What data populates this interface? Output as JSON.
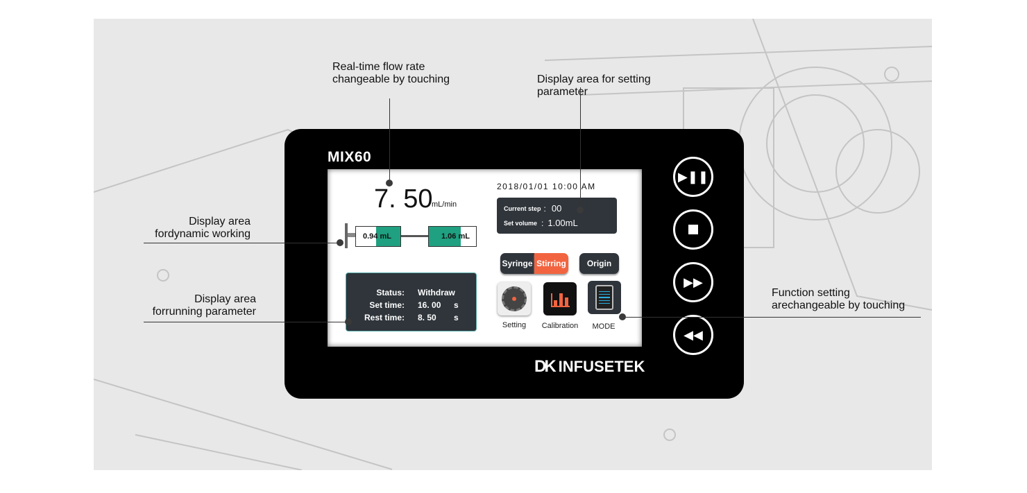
{
  "annotations": {
    "flow_rate": [
      "Real-time flow rate",
      "changeable by touching"
    ],
    "setting_param": [
      "Display area for setting",
      "parameter"
    ],
    "dynamic": [
      "Display area",
      "fordynamic working"
    ],
    "running": [
      "Display area",
      "forrunning parameter"
    ],
    "function": [
      "Function setting",
      "arechangeable by touching"
    ]
  },
  "device": {
    "model": "MIX60",
    "brand": "INFUSETEK",
    "brand_mark": "DK"
  },
  "screen": {
    "flow_rate": "7. 50",
    "flow_unit": "mL/min",
    "datetime": "2018/01/01  10:00 AM",
    "current_step_label": "Current step",
    "current_step": "00",
    "set_volume_label": "Set volume",
    "set_volume": "1.00mL",
    "syringe_left": "0.94 mL",
    "syringe_right": "1.06 mL",
    "syringe_left_fill": 0.55,
    "syringe_right_fill": 0.67,
    "status_label": "Status",
    "status": "Withdraw",
    "set_time_label": "Set time",
    "set_time": "16. 00",
    "set_time_unit": "s",
    "rest_time_label": "Rest time",
    "rest_time": "8. 50",
    "rest_time_unit": "s",
    "colon": ":",
    "toggle": [
      "Syringe",
      "Stirring"
    ],
    "origin": "Origin",
    "icons": [
      "Setting",
      "Calibration",
      "MODE"
    ]
  },
  "buttons": [
    "play-pause-icon",
    "stop-icon",
    "fast-forward-icon",
    "rewind-icon"
  ],
  "colors": {
    "accent": "#f26440",
    "fill": "#1fa080",
    "panel": "#2f353b"
  }
}
